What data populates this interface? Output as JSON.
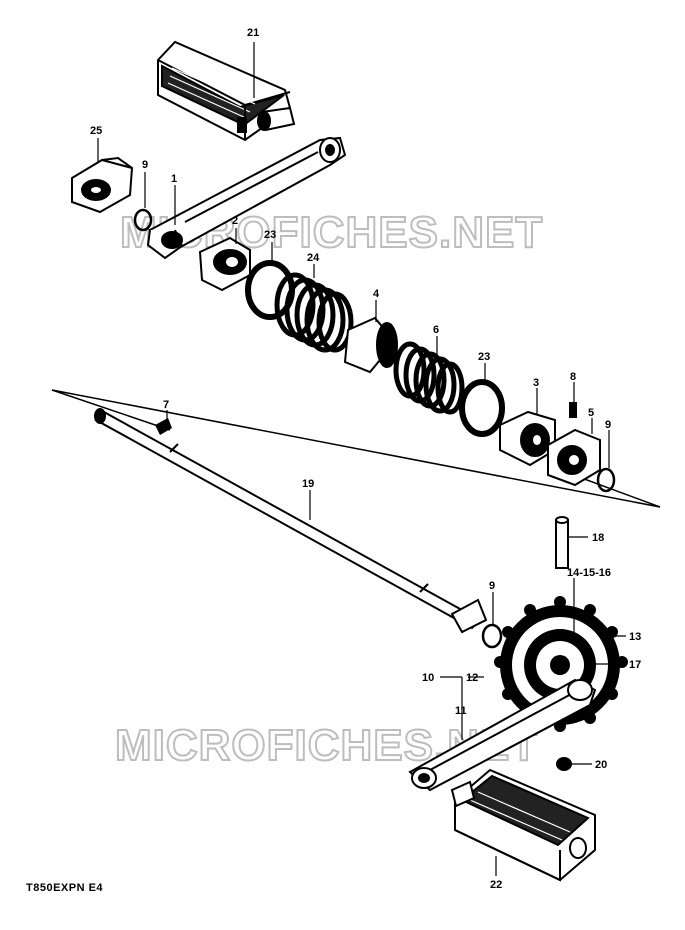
{
  "diagram_code": "T850EXPN E4",
  "watermarks": [
    "MICROFICHES.NET",
    "MICROFICHES.NET"
  ],
  "parts": [
    {
      "id": "p1",
      "label": "1"
    },
    {
      "id": "p2",
      "label": "2"
    },
    {
      "id": "p3",
      "label": "3"
    },
    {
      "id": "p4",
      "label": "4"
    },
    {
      "id": "p5",
      "label": "5"
    },
    {
      "id": "p6",
      "label": "6"
    },
    {
      "id": "p7",
      "label": "7"
    },
    {
      "id": "p8",
      "label": "8"
    },
    {
      "id": "p9a",
      "label": "9"
    },
    {
      "id": "p9b",
      "label": "9"
    },
    {
      "id": "p9c",
      "label": "9"
    },
    {
      "id": "p10",
      "label": "10"
    },
    {
      "id": "p11",
      "label": "11"
    },
    {
      "id": "p12",
      "label": "12"
    },
    {
      "id": "p13",
      "label": "13"
    },
    {
      "id": "p14",
      "label": "14-15-16"
    },
    {
      "id": "p17",
      "label": "17"
    },
    {
      "id": "p18",
      "label": "18"
    },
    {
      "id": "p19",
      "label": "19"
    },
    {
      "id": "p20",
      "label": "20"
    },
    {
      "id": "p21",
      "label": "21"
    },
    {
      "id": "p22",
      "label": "22"
    },
    {
      "id": "p23a",
      "label": "23"
    },
    {
      "id": "p23b",
      "label": "23"
    },
    {
      "id": "p24",
      "label": "24"
    },
    {
      "id": "p25",
      "label": "25"
    }
  ],
  "colors": {
    "ink": "#000000",
    "paper": "#ffffff",
    "watermark": "#bdbdbd"
  }
}
